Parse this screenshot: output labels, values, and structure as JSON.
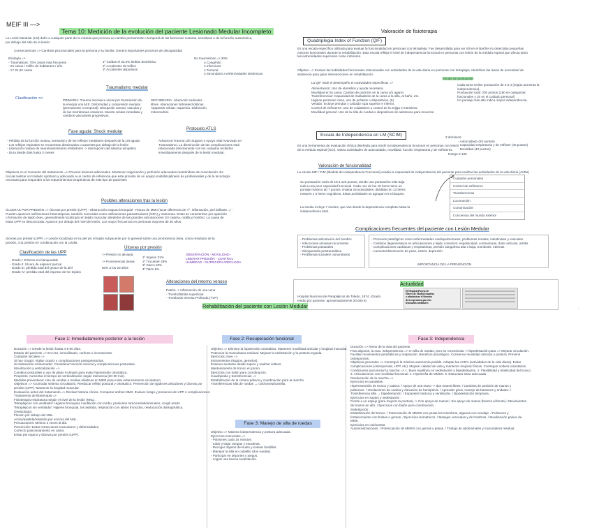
{
  "top_label": "MEIF III —>",
  "title_main": "Tema 10: Medición de la evolución del paciente Lesionado Medular Incompleto",
  "intro": [
    "La Lesión Medular (LM) daño a cualquier parte de la médula que provoca un cambio permanente o temporal de las funciones motoras, sensitivas o de la función autonómica,",
    "por debajo del sitio de la lesión."
  ],
  "consecuencias": "Consecuencias => Cambios psicosociales para la persona y su familia. Genera importantes procesos de discapacidad",
  "etiologia_label": "Etiología =>",
  "etiologia": [
    "- Traumáticas: 70% casos más frecuente",
    "- 23 casos / millón de habitantes / año",
    "- 17-21,92 casos"
  ],
  "etiologia_mid": [
    "1º Caídas el 33,5% ámbito doméstico",
    "2º Accidentes de tráfico",
    "3º Accidentes deportivos"
  ],
  "no_traumaticas_label": "No traumaticas => 30%",
  "no_traumaticas": [
    "o Congénito",
    "o Infeccioso",
    "o Tumoral",
    "o Secundario a enfermedades sistémicas"
  ],
  "trauma_title": "Traumatismo medular",
  "clasificacion_label": "Clasificación =>",
  "clasif_primaria": [
    "PRIMARIA: Trauma mecánico inicial por transmisión de",
    "la energía a la M.E. Deformidad y compresión medular",
    "(permanente o temporal). Disrupción axonal, vascular y",
    "de las membranas celulares. Muerte celular inmediata y",
    "cambios vasculares progresivos."
  ],
  "clasif_secundaria": [
    "SECUNDARIA: Liberación radicales",
    "libres. Alteraciones hidroelectrolíticas.",
    "Apoptosis celular. Isquemia. Disfunción",
    "mitocondrial."
  ],
  "fase_aguda_title": "Fase aguda: Shock medular",
  "protocolo_title": "Protocolo ATLS",
  "fase_aguda": [
    "- Pérdida de la función motora, sensorial y de los reflejos medulares después de la LM aguda",
    "- Los reflejos espinales se encuentran disminuidos o ausentes por debajo de la lesión",
    "- Liberación masiva de neurotransmisores inhibidores -> interrupción del sistema simpático",
    "- Dura desde días hasta 3 meses"
  ],
  "protocolo": [
    "Advanced Trauma Life Support o Apoyo Vital Avanzado en",
    "Traumatismo. La disminución de las complicaciones está",
    "relacionada directamente con los cuidados recibidos",
    "inmediatamente después de la lesión medular."
  ],
  "objetivos_trat": [
    "Objetivos en el momento del tratamiento => Prevenir lesiones adicionales. Mantener oxigenación y perfusión adecuadas manténdose de resucitación. Es",
    "crucial realizar un traslado oportuno y adecuado a un centro de referencia que este provisto de un equipo multidisciplinario de profesionales y de la tecnología",
    "necesaria para responder a los requerimientos terapéuticos de este tipo de pacientes"
  ],
  "posibles_title": "Posibles alteraciones tras la lesión",
  "upp_para": [
    "ÚLCERAS POR PRESIÓN => Úlceras por presión (UPP) - Obstrucción traqueo bronquial - Rotura de MMII (tocar diferencia de T°, inflamación, piel brillante...) -",
    "Pueden aparecer osificaciones heterotópicas, también conocidas como osificaciones paraarticulares (OPA) y osteomas. Estas se caracterizan por aparición",
    "o formación de tejido óseo, generalmente localizado en tejido muscular alrededor de las grandes articulaciones: En cadera, rodilla y hombro. La causa de",
    "estas OPP es desconocida. Aparece por debajo del nivel de lesión, con mayor frecuencia en personas mayores de 30 años."
  ],
  "upp_def": [
    "Úlceras por presión (UPP) => Lesión localizada en la piel y/o el tejido subyacente por lo general sobre una prominencia ósea, como resultado de la",
    "presión, o la presión en combinación con la cizalla."
  ],
  "clasif_upp_title": "Clasificación de las UPP",
  "clasif_upp": [
    "- Grado I: Eritema no blanqueable",
    "- Grado II: Úlcera de espesor parcial",
    "- Grado III: pérdida total del grosor de la piel",
    "- Grado IV: pérdida total del espesor de los tejidos"
  ],
  "upp_mid": [
    "-> Presión no aliviada",
    "-> Prominencias óseas",
    "50% a los 20 años"
  ],
  "ulceras_presion_title": "Úlceras por presión",
  "ulceras_presion": [
    "1º Isquion 31%",
    "2º Trocánter 26%",
    "3º Sacro 18%",
    "4º Talón 5%"
  ],
  "observacion": [
    "OBSERVACIÓN - MOVILIDAD -",
    "LIBERAR PRESIÓN - CONTROL",
    "HUMEDAD - NUTRICIÓN ADECUADA"
  ],
  "retorno_title": "Alteraciones del retorno venoso",
  "retorno": [
    "Patrón -> Inflamación de una vena",
    "- Tromboflebitis superficial",
    "- Trombosis Venosa Profunda (TVP)"
  ],
  "valoracion_title": "Valoración de fisioterapia",
  "qif_title": "Quadriplegia Index of Function (QIF)",
  "qif_text": [
    "Es una escala específica utilizada para evaluar la funcionalidad en personas con tetraplejia. Fue desarrollada para ser útil en el Barthel no detectaba pequeñas",
    "mejoras funcionales durante la rehabilitación. Esta escala refleja el nivel de independencia funcional en personas con lesión de la médula espinal que afecta tanto",
    "las extremidades superiores como inferiores."
  ],
  "qif_objetivo": [
    "Objetivo => Evaluar las habilidades funcionales relacionadas con actividades de la vida diaria en personas con tetraplejia. Identificar las áreas de necesidad de",
    "asistencia para guiar intervenciones en rehabilitación."
  ],
  "qif_mide": "La QIF mide el desempeño en actividades específicas =>",
  "qif_items": [
    "Alimentación: Uso de utensilios y ayuda necesaria.",
    "Movilidad en la cama: Cambio de posición en la cama y/o agarre.",
    "Transferencias: Capacidad de trasladarse de la cama a la silla, al baño, etc.",
    "Higiene personal: Aseo, uso de prótesis o dispositivos. (6)",
    "Vestido: Incluye prendas y calzado ropa superior e inferior.",
    "Control de esfínteres: Uso de cuidadores o control de la vejiga e intestinos.",
    "Movilidad general: Uso de la silla de ruedas o dispositivos de asistencia para moverse."
  ],
  "escala_puntuacion_title": "Escala de puntuación",
  "escala_puntuacion": [
    "Cada tarea recibe puntuación de 0 a 4 (según aumenta la",
    "independencia).",
    "Puntuación total: 200 puntos (180 en categorías",
    "funcionales y 20 en el cuidado personal)",
    "Un puntaje más alto indica mayor independencia."
  ],
  "scim_title": "Escala de Independencia en LM (SCIM)",
  "scim_dominios_label": "3 dominios:",
  "scim_dominios": [
    "- Autocuidado (20 puntos)",
    "- Capacidad respiratoria y de esfínter (40 puntos)",
    "- Movilidad (40 puntos)"
  ],
  "scim_rango": "Rango 0-100",
  "scim_text": [
    "Es una herramienta de evaluación clínica diseñada para medir la independencia funcional en personas con lesión",
    "de la médula espinal (SCI). Valora actividades de autocuidado, movilidad, función respiratoria y de esfínteres."
  ],
  "valoracion_func_title": "Valoración de funcionalidad",
  "mif_text": "La escala MIF / FIM (Medida de Independencia Funcional) evalúa la capacidad de independencia del paciente para realizar las actividades de la vida diaria (AVDs)",
  "mif_desc": [
    "Su puntuación varía de 18 a 126 puntos, donde una puntuación más baja",
    "indica una peor capacidad funcional. Cada uno de los 18 ítems tiene un",
    "puntaje máximo de 7 puntos. Evalúa 18 actividades, divididas en 13 ítems",
    "motores y 5 ítems cognitivos. Estas actividades se agrupan en 6 bloques."
  ],
  "mif_items": [
    "Cuidados personales",
    "Control de esfínteres",
    "Transferencias",
    "Locomoción",
    "Comunicación",
    "Conciencia del mundo exterior"
  ],
  "mif_escala": [
    "La escala incluye 7 niveles, que van desde la dependencia completa hasta la",
    "independencia total."
  ],
  "complicaciones_title": "Complicaciones frecuentes del paciente con Lesión Medular",
  "complic_left": [
    "- Problemas articulación del hombro",
    "- Infecciones urinarias recurrentes",
    "- Problemas posturales",
    "- Siringomielia postraumática",
    "- Problemas sociales/ comunitarios"
  ],
  "complic_right": [
    "- Procesos patológicos como enfermedades cardiopulmonares, problemas renales, intestinales y vesicales.",
    "- Cambios degenerativos en articulaciones y tejido conectivo: espasticidad, contracturas, dolor articular, artritis",
    "- Complicaciones cardiacas y respiratorias, presión sanguínea alta o baja, trombosis, edemas",
    "- Aumento/disminución de peso, estrés, depresión"
  ],
  "importancia": "IMPORTANCIA DE LA PREVENCIÓN",
  "actualidad_title": "Actualidad",
  "actualidad_text": [
    "Hospital Nacional de Parapléjicos de Toledo, 1974. (Grado",
    "medio por paciente: aproximadamente 30.000 €)"
  ],
  "news_headline": [
    "El Hospital Puerta de",
    "Hierro de Madrid empieza",
    "a administrar el fármaco",
    "de la esperanza para los",
    "lesionados medulares"
  ],
  "rehab_title": "Rehabilitación del paciente con Lesión Medular",
  "fase1_title": "Fase 1: Inmediatamente posterior a la lesión",
  "fase1": [
    "Duración => Desde la lesión hasta 4-5-60 días.",
    "Estado del paciente => En UCI, inmovilizado, confuso o inconsciente.",
    "Cuidados iniciales =>",
    "        Si hay cirugía: Vigilar cicatriz y complicaciones postoperatorias.",
    "        Si tratamiento conservador: Considerar tracción cervical y complicaciones posturales.",
    "Movilización y verticalización =>",
    "        Cambios posturales y uso de plano inclinado para evitar hipotensión ortostática.",
    "        Propósito: Aumentar el tiempo de verticalización según tolerancia (20-30 min).",
    "        Medidas preventivas: Uso de vendas o medias elásticas en MMII para evitar estancamiento circulatorio.",
    "Objetivos => Acomodar sistema circulatorio. Reeducar reflejo postural y ortostatico. Prevención de rigideces articulares y úlceras por",
    "presión (UPP). Mantener la longitud muscular.",
    "",
    "Evaluación antes del tratamiento => Revisar historia clínica. Comparar ambos MMII. Evaluar riesgo y presencia de UPP o complicaciones.",
    "Tratamiento de fisioterapia =>",
    "Fisioterapia respiratoria según el nivel de la lesión (NNL).",
    "        Tetraplejicos con ventilador: Higiene bronquial, insuflación con Ambu, presiones torácicas/abdominales, cough assist.",
    "        Tetraplejicos sin ventilador: Higiene bronquial, tos asistida, respiración con labios fruncidos, reeducación diafragmática.",
    "    Ortesiología:",
    "        Flexión por debajo del NNL.",
    "        Activa/asistida/resistida por encima del NNL.",
    "        Precauciones: Mínimo 2 veces al día.",
    "        Prevención: Evitar retracciones musculares y deformidades.",
    "Correcto posicionamiento en cama:",
    "        Evitar pie equino y úlceras por presión (UPP)."
  ],
  "fase2_title": "Fase 2: Recuperación funcional",
  "fase2": [
    "Objetivo => Eliminar la hipotensión ortostática. Mantener movilidad articular y longitud muscular.",
    "Potenciar la musculatura residual. Mejorar la sedestación y la postura erguida.",
    "",
    "Ejercicios clave =>",
    "        Estiramientos (isquios, gemelos).",
    "        Ensenar sentarse desde supino y realizar volteos.",
    "        Mantenimiento de tronco en prono.",
    "        Ejercicios con balón para coordinación.",
    "",
    "Cuadripedia y transferencias =>",
    "    Estabilización de la cintura pélvica y coordinación para la marcha.",
    "    Transferencias silla de ruedas ↔ colchoneta/camilla."
  ],
  "fase3_manejo_title": "Fase 3: Manejo de silla de ruedas",
  "fase3_manejo": [
    "Objetivo => Máxima independencia y postura adecuada.",
    "",
    "Ejercicios esenciales =>",
    "    - Pulsiones cada 15 minutos.",
    "    - Subir y bajar rampas y escaleras.",
    "    - Recoger objetos del suelo y sortear bordillos.",
    "    - Manejar la silla en caballito (dos ruedas).",
    "    - Participar en deportes y juegos.",
    "    - Lograr una buena sedestación."
  ],
  "fase3_title": "Fase 3: Independencia",
  "fase3": [
    "Duración => Resto de la vida del paciente.",
    "Para algunos, la max. independencia => en silla de ruedas, pero se recomienda -> bipedestación para => Mejorar circulación.",
    "Facilitar movimientos peristálticos y respiración. Beneficio psicológico. Conservar movilidad articular y postura. Prevenir",
    "osteoporosis.",
    "",
    "Objetivos generales => Conseguir la máxima autonomía posible. Adaptar las AVD's (actividades de la vida diaria). Evitar",
    "complicaciones (osteoporosis, UPP, etc). Mejorar calidad de vida y mantener mejoras físicas. Conseguir volteos voluntarios.",
    "",
    "Condiciones para iniciar la marcha => 1. Buen equilibrio en sedestación y bipedestación. 2. Flexibilidad y elasticidad del tronco.",
    "3. Articulaciones con movilidad funcional. 4. Hipertrofia de MMSS. 5. Estructura ósea adecuada.",
    "",
    "Reeducación de la marcha =>",
    "    Ejercicios en paralelas:",
    "Hiperextensión de tronco y cadera. / Apoyo de una mano -> dos manos libres. / Cambios de posición de manos y",
    "pulsiones. / Oscilaciones de cadera y elevación de hemipelvis. / Aprender giros, manejo de bastones y andador. /",
    "Transferencia silla ↔ bipedestación. / Expansión torácica y ventilación. / Bipedestación temprana.",
    "",
    "    Ejercicios en supino y sedestación :",
    "Frente a un espejo (para mejorar la postura) -> Con apoyo de manos / Sin apoyo de manos (brazos al frente) / Movimientos",
    "de brazos en alto. / Ejercicios con balón para coordinación.",
    "",
    "    Sedestación:",
    "Estabilización del tronco. / Potenciación de MMSS con pesas los miembros, algunos con vendaje. / Pulsiones y",
    "fortalecimiento con bolsas o gomas. / Ejercicios isométricos. / Masajes cervicales y de hombros. / Movilización pasiva de",
    "MMII.",
    "",
    "    Ejercicios en colchoneta",
    "Automovilizaciones. / Potenciación de MMSS con gomas y pesas. / Trabajo de abdominales y musculatura residual."
  ],
  "colors": {
    "green": "#9be49b",
    "blue": "#b9cff2",
    "pink": "#f7cfe7",
    "yellow": "#f6e89a"
  }
}
